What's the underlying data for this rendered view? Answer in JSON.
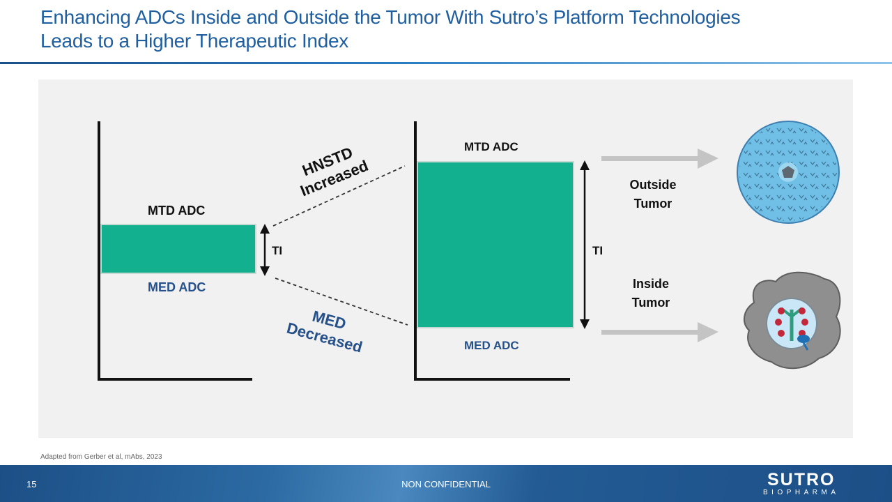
{
  "header": {
    "title_line1": "Enhancing ADCs Inside and Outside the Tumor With Sutro’s Platform Technologies",
    "title_line2": "Leads to a Higher Therapeutic Index"
  },
  "diagram": {
    "left_mtd": "MTD ADC",
    "left_med": "MED ADC",
    "left_ti": "TI",
    "hnstd_line1": "HNSTD",
    "hnstd_line2": "Increased",
    "med_line1": "MED",
    "med_line2": "Decreased",
    "right_mtd": "MTD ADC",
    "right_med": "MED ADC",
    "right_ti": "TI",
    "outside_line1": "Outside",
    "outside_line2": "Tumor",
    "inside_line1": "Inside",
    "inside_line2": "Tumor"
  },
  "colors": {
    "bar": "#12b08e",
    "title_blue": "#1f5fa0",
    "label_blue": "#25508a",
    "arrow_gray": "#c4c4c4"
  },
  "caption": "Adapted from Gerber et al, mAbs, 2023",
  "footer": {
    "page_number": "15",
    "confidentiality": "NON CONFIDENTIAL",
    "logo_main": "SUTRO",
    "logo_sub": "BIOPHARMA"
  }
}
